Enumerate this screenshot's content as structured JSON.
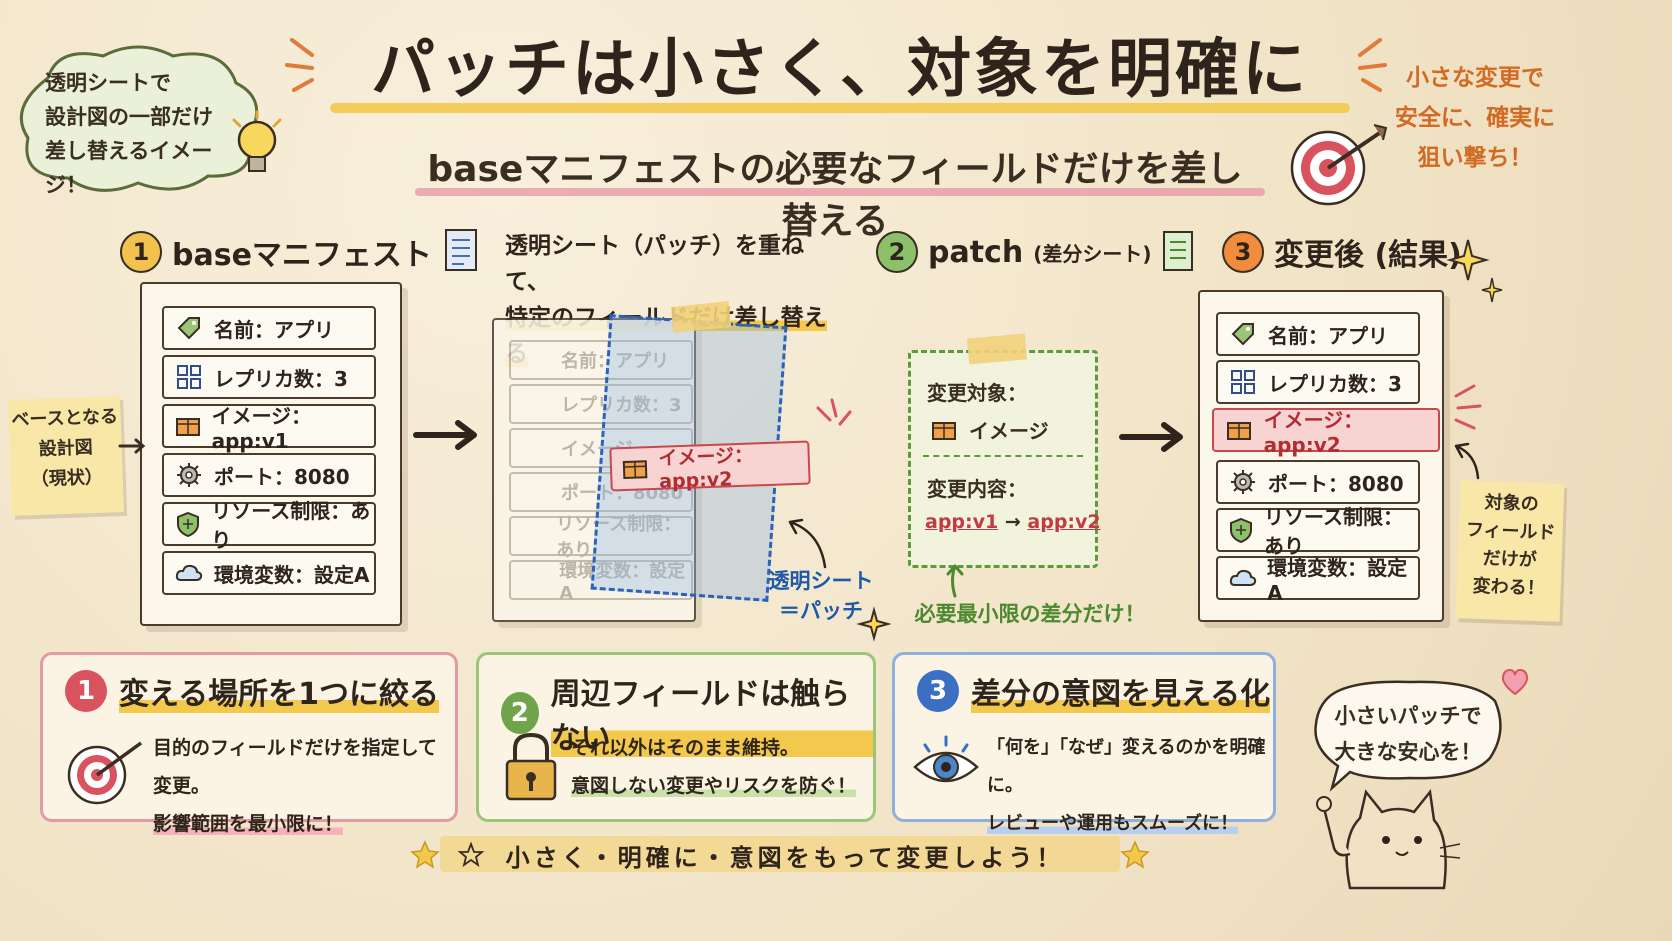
{
  "title": "パッチは小さく、対象を明確に",
  "subtitle": "baseマニフェストの必要なフィールドだけを差し替える",
  "top_left_cloud": [
    "透明シートで",
    "設計図の一部だけ",
    "差し替えるイメージ！"
  ],
  "top_right_note": [
    "小さな変更で",
    "安全に、確実に",
    "狙い撃ち！"
  ],
  "step1": {
    "num": "1",
    "label": "baseマニフェスト"
  },
  "step2": {
    "num": "2",
    "label": "patch",
    "label_sub": "(差分シート)"
  },
  "step3": {
    "num": "3",
    "label": "変更後 (結果)"
  },
  "base_fields": [
    {
      "icon": "tag-icon",
      "text": "名前：アプリ"
    },
    {
      "icon": "grid-icon",
      "text": "レプリカ数：3"
    },
    {
      "icon": "box-icon",
      "text": "イメージ：app:v1"
    },
    {
      "icon": "gear-icon",
      "text": "ポート：8080"
    },
    {
      "icon": "shield-icon",
      "text": "リソース制限：あり"
    },
    {
      "icon": "cloud-icon",
      "text": "環境変数：設定A"
    }
  ],
  "overlay_note": [
    "透明シート（パッチ）を重ねて、",
    "特定のフィールドだけ差し替える"
  ],
  "overlay_faded_fields": [
    "名前：アプリ",
    "レプリカ数：3",
    "イメージ",
    "ポート：8080",
    "リソース制限：あり",
    "環境変数：設定A"
  ],
  "overlay_patch_field": "イメージ：app:v2",
  "overlay_label": [
    "透明シート",
    "＝パッチ"
  ],
  "base_sticky": [
    "ベースとなる",
    "設計図",
    "（現状）"
  ],
  "patch_card": {
    "target_label": "変更対象：",
    "target_value": "イメージ",
    "content_label": "変更内容：",
    "from": "app:v1",
    "arrow": "→",
    "to": "app:v2"
  },
  "patch_caption": "必要最小限の差分だけ！",
  "result_fields": [
    {
      "icon": "tag-icon",
      "text": "名前：アプリ"
    },
    {
      "icon": "grid-icon",
      "text": "レプリカ数：3"
    },
    {
      "icon": "box-icon",
      "text": "イメージ：app:v2"
    },
    {
      "icon": "gear-icon",
      "text": "ポート：8080"
    },
    {
      "icon": "shield-icon",
      "text": "リソース制限：あり"
    },
    {
      "icon": "cloud-icon",
      "text": "環境変数：設定A"
    }
  ],
  "result_sticky": [
    "対象の",
    "フィールド",
    "だけが",
    "変わる！"
  ],
  "cards": [
    {
      "num": "1",
      "title": "変える場所を1つに絞る",
      "lines": [
        "目的のフィールドだけを指定して変更。",
        "影響範囲を最小限に！"
      ],
      "color": "#d9535f"
    },
    {
      "num": "2",
      "title": "周辺フィールドは触らない",
      "lines": [
        "それ以外はそのまま維持。",
        "意図しない変更やリスクを防ぐ！"
      ],
      "color": "#6fa54a"
    },
    {
      "num": "3",
      "title": "差分の意図を見える化",
      "lines": [
        "「何を」「なぜ」変えるのかを明確に。",
        "レビューや運用もスムーズに！"
      ],
      "color": "#3a6fc4"
    }
  ],
  "cat_bubble": [
    "小さいパッチで",
    "大きな安心を！"
  ],
  "footer": "小さく・明確に・意図をもって変更しよう！"
}
